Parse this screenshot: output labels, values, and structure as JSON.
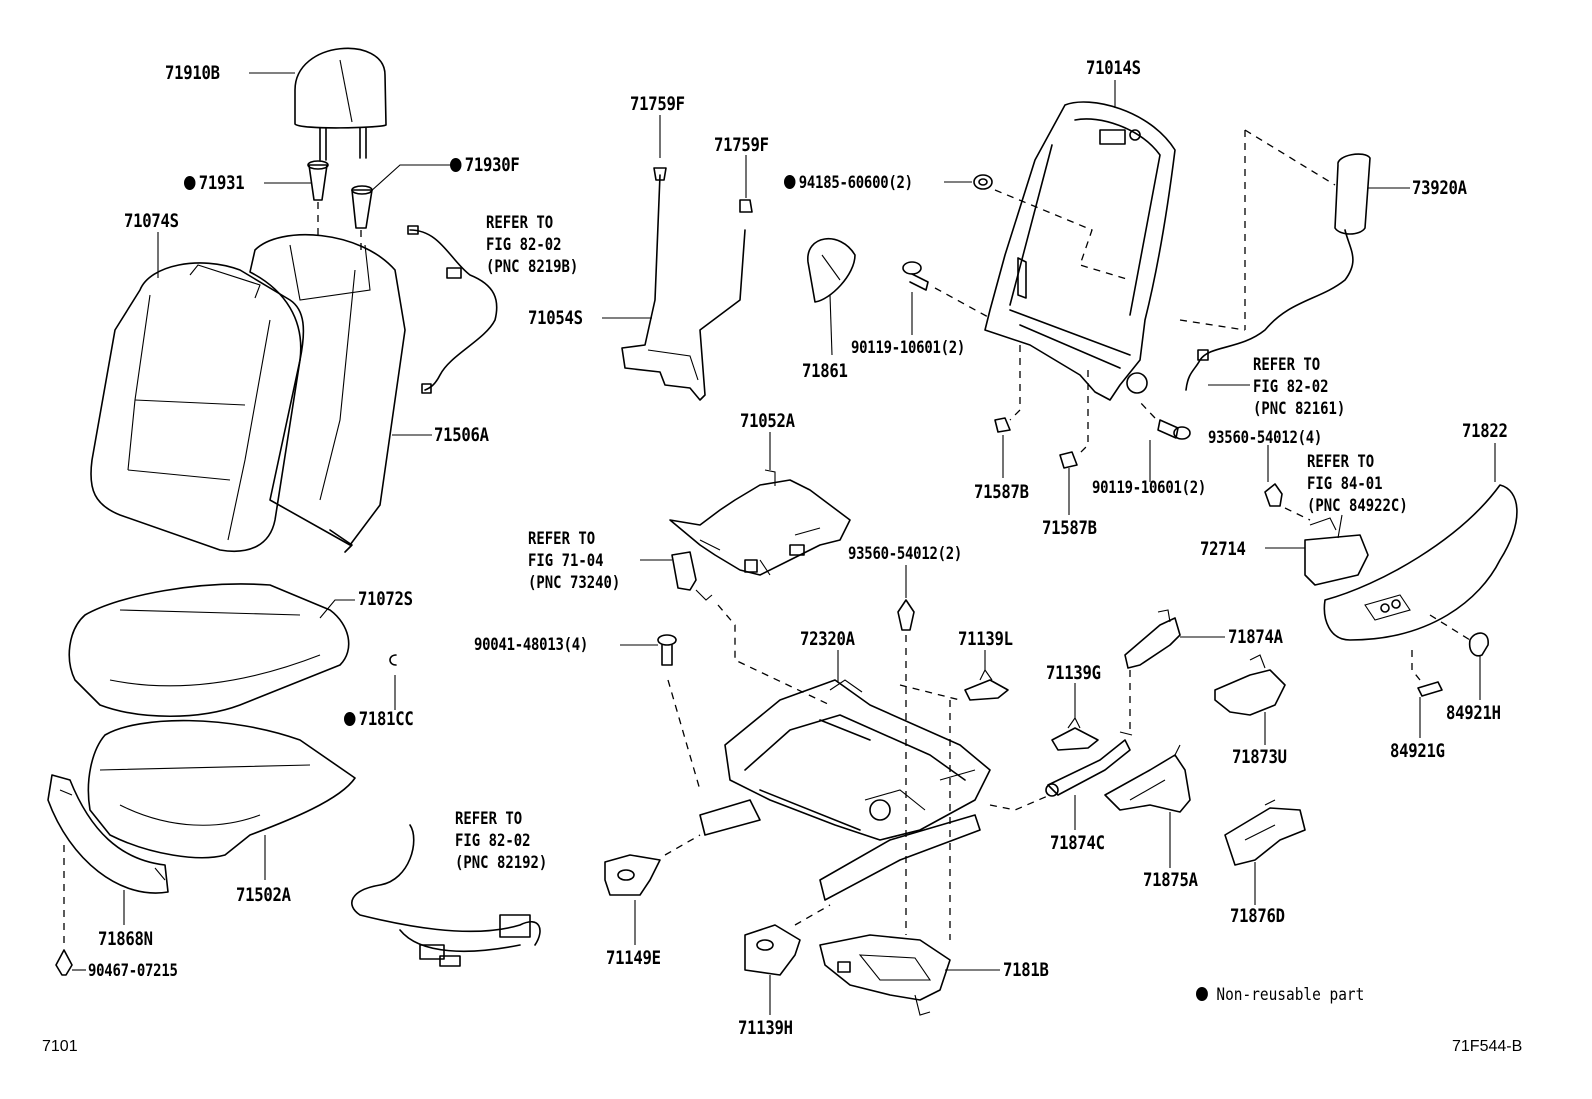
{
  "parts": {
    "p71910B": "71910B",
    "p71931": "71931",
    "p71930F": "71930F",
    "p71074S": "71074S",
    "p71506A": "71506A",
    "p71072S": "71072S",
    "p7181CC": "7181CC",
    "p71502A": "71502A",
    "p71868N": "71868N",
    "p90467": "90467-07215",
    "p71759F_a": "71759F",
    "p71759F_b": "71759F",
    "p71054S": "71054S",
    "p71861": "71861",
    "p71052A": "71052A",
    "p90041": "90041-48013(4)",
    "p72320A": "72320A",
    "p93560_2": "93560-54012(2)",
    "p71139L": "71139L",
    "p71139G": "71139G",
    "p71149E": "71149E",
    "p71139H": "71139H",
    "p7181B": "7181B",
    "p71014S": "71014S",
    "p94185": "94185-60600(2)",
    "p90119_a": "90119-10601(2)",
    "p90119_b": "90119-10601(2)",
    "p71587B_a": "71587B",
    "p71587B_b": "71587B",
    "p73920A": "73920A",
    "p93560_4": "93560-54012(4)",
    "p71822": "71822",
    "p72714": "72714",
    "p71874A": "71874A",
    "p71873U": "71873U",
    "p71874C": "71874C",
    "p71875A": "71875A",
    "p71876D": "71876D",
    "p84921H": "84921H",
    "p84921G": "84921G"
  },
  "references": {
    "r82192B": [
      "REFER TO",
      "FIG 82-02",
      "(PNC 8219B)"
    ],
    "r73240": [
      "REFER TO",
      "FIG 71-04",
      "(PNC 73240)"
    ],
    "r82192": [
      "REFER TO",
      "FIG 82-02",
      "(PNC 82192)"
    ],
    "r82161": [
      "REFER TO",
      "FIG 82-02",
      "(PNC 82161)"
    ],
    "r84922C": [
      "REFER TO",
      "FIG 84-01",
      "(PNC 84922C)"
    ]
  },
  "legend": {
    "non_reusable": "Non-reusable part"
  },
  "footer": {
    "page_code": "7101",
    "figure_code": "71F544-B"
  }
}
